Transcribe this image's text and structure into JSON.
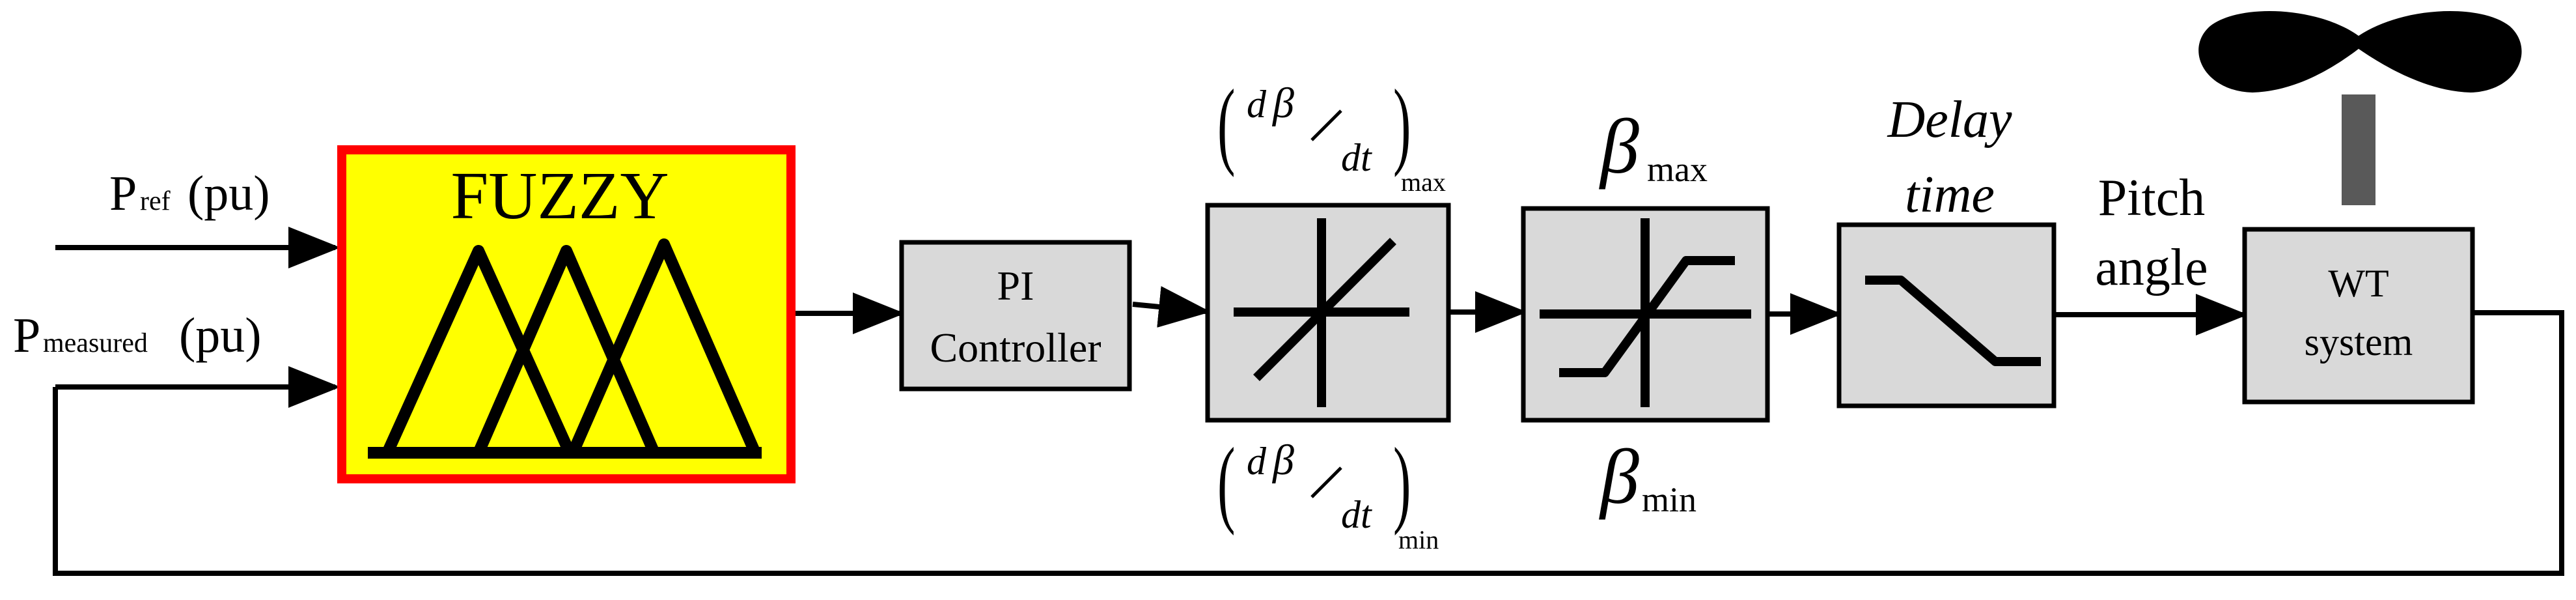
{
  "inputs": {
    "p_ref_main": "P",
    "p_ref_sub": "ref",
    "p_ref_unit": "(pu)",
    "p_meas_main": "P",
    "p_meas_sub": "measured",
    "p_meas_unit": "(pu)"
  },
  "fuzzy": {
    "title": "FUZZY",
    "fill_color": "#ffff00",
    "border_color": "#ff0000"
  },
  "pi": {
    "line1": "PI",
    "line2": "Controller"
  },
  "rate_limiter": {
    "d": "d",
    "beta": "β",
    "dt": "dt",
    "max_sub": "max",
    "min_sub": "min"
  },
  "saturation": {
    "beta": "β",
    "max_sub": "max",
    "min_sub": "min"
  },
  "delay": {
    "line1": "Delay",
    "line2": "time"
  },
  "pitch": {
    "line1": "Pitch",
    "line2": "angle"
  },
  "wt": {
    "line1": "WT",
    "line2": "system"
  },
  "colors": {
    "block_fill": "#d9d9d9",
    "turbine": "#000000",
    "tower": "#595959"
  }
}
